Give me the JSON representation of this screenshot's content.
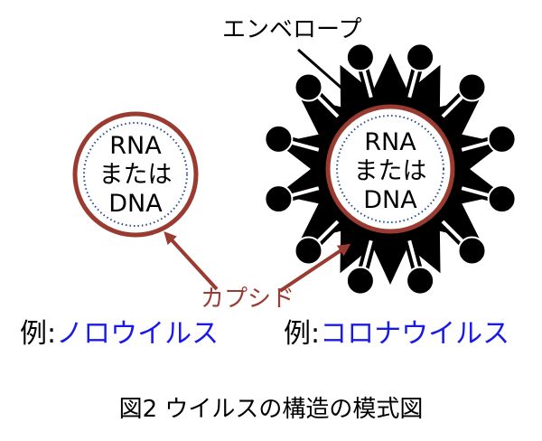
{
  "labels": {
    "envelope": "エンベロープ",
    "capsid": "カプシド",
    "noro_core": [
      "RNA",
      "または",
      "DNA"
    ],
    "corona_core": [
      "RNA",
      "または",
      "DNA"
    ]
  },
  "examples": {
    "noro": {
      "prefix": "例",
      "separator": ":",
      "name": "ノロウイルス"
    },
    "corona": {
      "prefix": "例",
      "separator": ":",
      "name": "コロナウイルス"
    }
  },
  "caption": "図2  ウイルスの構造の模式図",
  "colors": {
    "capsid": "#9a3b32",
    "envelope": "#000000",
    "virus_name": "#1a1ae6",
    "core_dots": "#2a4a8a",
    "spike_fill": "#000000"
  },
  "icons": {
    "envelope_pointer": "arrow-icon",
    "capsid_pointer": "arrow-icon"
  }
}
